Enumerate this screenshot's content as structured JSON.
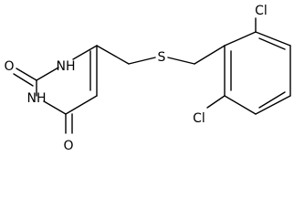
{
  "molecule": {
    "atoms": [
      {
        "id": "O1",
        "label": "O"
      },
      {
        "id": "N1",
        "label": "NH"
      },
      {
        "id": "N3",
        "label": "NH"
      },
      {
        "id": "O2",
        "label": "O"
      },
      {
        "id": "S",
        "label": "S"
      },
      {
        "id": "Cl1",
        "label": "Cl"
      },
      {
        "id": "Cl2",
        "label": "Cl"
      }
    ]
  }
}
